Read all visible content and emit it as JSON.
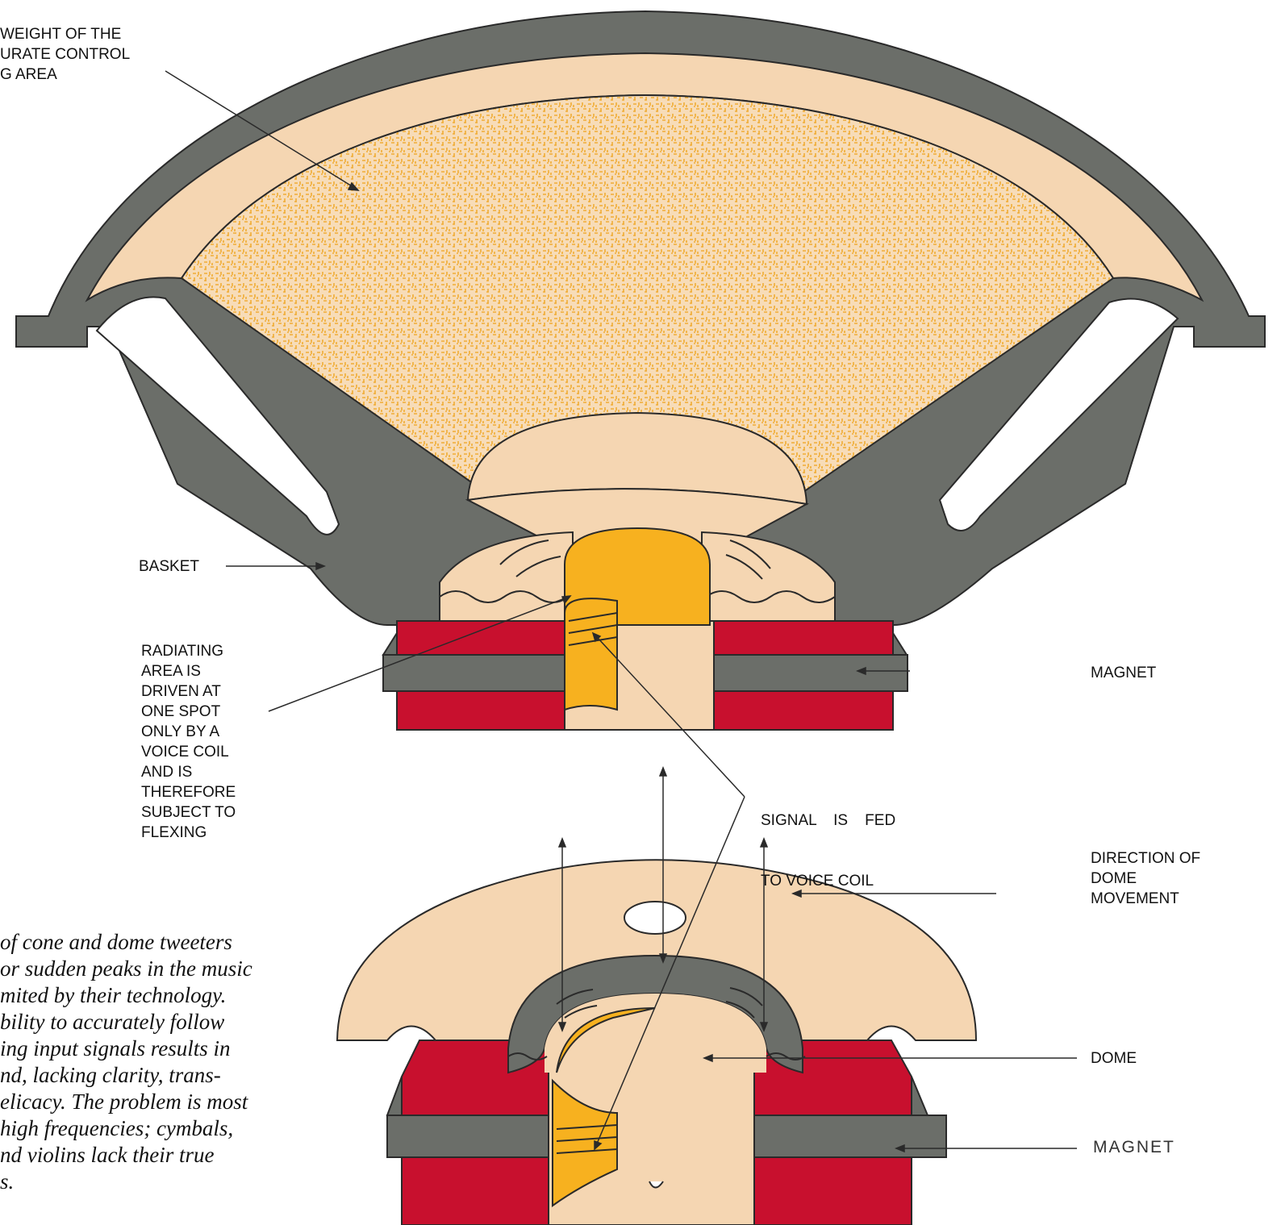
{
  "labels": {
    "top_left": [
      "WEIGHT OF THE",
      "URATE CONTROL",
      "G AREA"
    ],
    "basket": "BASKET",
    "radiating": [
      "RADIATING",
      "AREA IS",
      "DRIVEN AT",
      "ONE SPOT",
      "ONLY BY A",
      "VOICE COIL",
      "AND IS",
      "THEREFORE",
      "SUBJECT TO",
      "FLEXING"
    ],
    "magnet_top": "MAGNET",
    "signal": [
      "SIGNAL    IS    FED",
      "TO VOICE COIL"
    ],
    "direction": [
      "DIRECTION OF",
      "DOME",
      "MOVEMENT"
    ],
    "dome": "DOME",
    "magnet_bottom": "MAGNET"
  },
  "caption": [
    "of cone and dome tweeters",
    "or sudden peaks in the music",
    "mited by their technology.",
    "bility to accurately follow",
    "ing input signals results in",
    "nd, lacking clarity, trans-",
    "elicacy. The problem is most",
    "high frequencies; cymbals,",
    "nd violins lack their true",
    "s."
  ],
  "colors": {
    "basket_gray": "#6b6e69",
    "cone_beige": "#f5d6b2",
    "cone_texture": "#f2b437",
    "voice_coil_yellow": "#f7b11f",
    "magnet_red": "#c8102e",
    "outline": "#2a2a2a"
  }
}
